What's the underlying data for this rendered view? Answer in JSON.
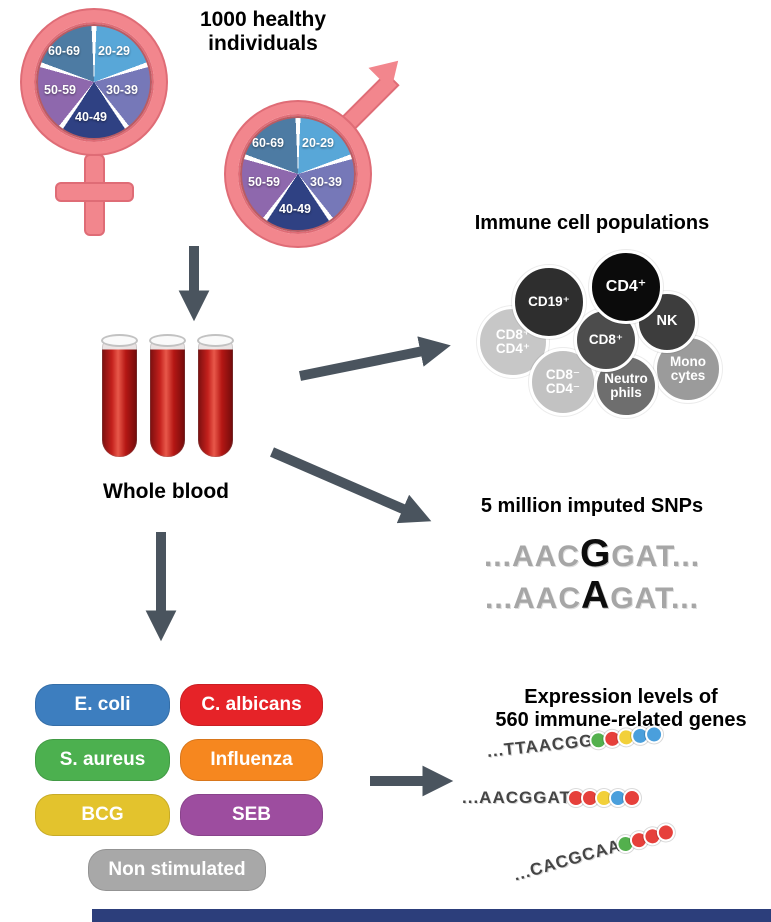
{
  "header": {
    "title": "1000 healthy individuals"
  },
  "demographics": {
    "age_groups": [
      "20-29",
      "30-39",
      "40-49",
      "50-59",
      "60-69"
    ],
    "slice_colors": [
      "#58a7d8",
      "#7678b8",
      "#2f4183",
      "#8e68ad",
      "#4d7ba3"
    ],
    "symbol_color": "#f2868d"
  },
  "blood": {
    "label": "Whole blood",
    "blood_color": "#b71c1c"
  },
  "immune": {
    "title": "Immune cell populations",
    "cells": [
      {
        "label": "CD8⁺ CD4⁺",
        "color": "#c7c7c7"
      },
      {
        "label": "CD8⁻ CD4⁻",
        "color": "#c2c2c2"
      },
      {
        "label": "Mono cytes",
        "color": "#9b9b9b"
      },
      {
        "label": "Neutro phils",
        "color": "#6e6e6e"
      },
      {
        "label": "NK",
        "color": "#3d3d3d"
      },
      {
        "label": "CD8⁺",
        "color": "#4c4c4c"
      },
      {
        "label": "CD19⁺",
        "color": "#2e2e2e"
      },
      {
        "label": "CD4⁺",
        "color": "#0b0b0b"
      }
    ]
  },
  "snps": {
    "title": "5 million imputed SNPs",
    "sequences": [
      {
        "pre": "...AAC",
        "allele": "G",
        "post": "GAT..."
      },
      {
        "pre": "...AAC",
        "allele": "A",
        "post": "GAT..."
      }
    ]
  },
  "stimuli": {
    "items": [
      {
        "label": "E. coli",
        "color": "#3d7ebf"
      },
      {
        "label": "C. albicans",
        "color": "#e62328"
      },
      {
        "label": "S. aureus",
        "color": "#4cb04f"
      },
      {
        "label": "Influenza",
        "color": "#f6871f"
      },
      {
        "label": "BCG",
        "color": "#e3c32d"
      },
      {
        "label": "SEB",
        "color": "#9d4d9f"
      },
      {
        "label": "Non stimulated",
        "color": "#a8a8a8"
      }
    ]
  },
  "expression": {
    "title_line1": "Expression levels of",
    "title_line2": "560 immune-related genes",
    "rows": [
      {
        "seq": "...TTAACGG",
        "beads": [
          "#53b04d",
          "#e6403b",
          "#f2d03a",
          "#4a9fdc",
          "#4a9fdc"
        ]
      },
      {
        "seq": "...AACGGAT",
        "beads": [
          "#e6403b",
          "#e6403b",
          "#f2d03a",
          "#4a9fdc",
          "#e6403b"
        ]
      },
      {
        "seq": "...CACGCAA",
        "beads": [
          "#53b04d",
          "#e6403b",
          "#e6403b",
          "#e6403b"
        ]
      }
    ]
  },
  "arrow_color": "#4a545e",
  "footer_bar_color": "#2c3e7b"
}
